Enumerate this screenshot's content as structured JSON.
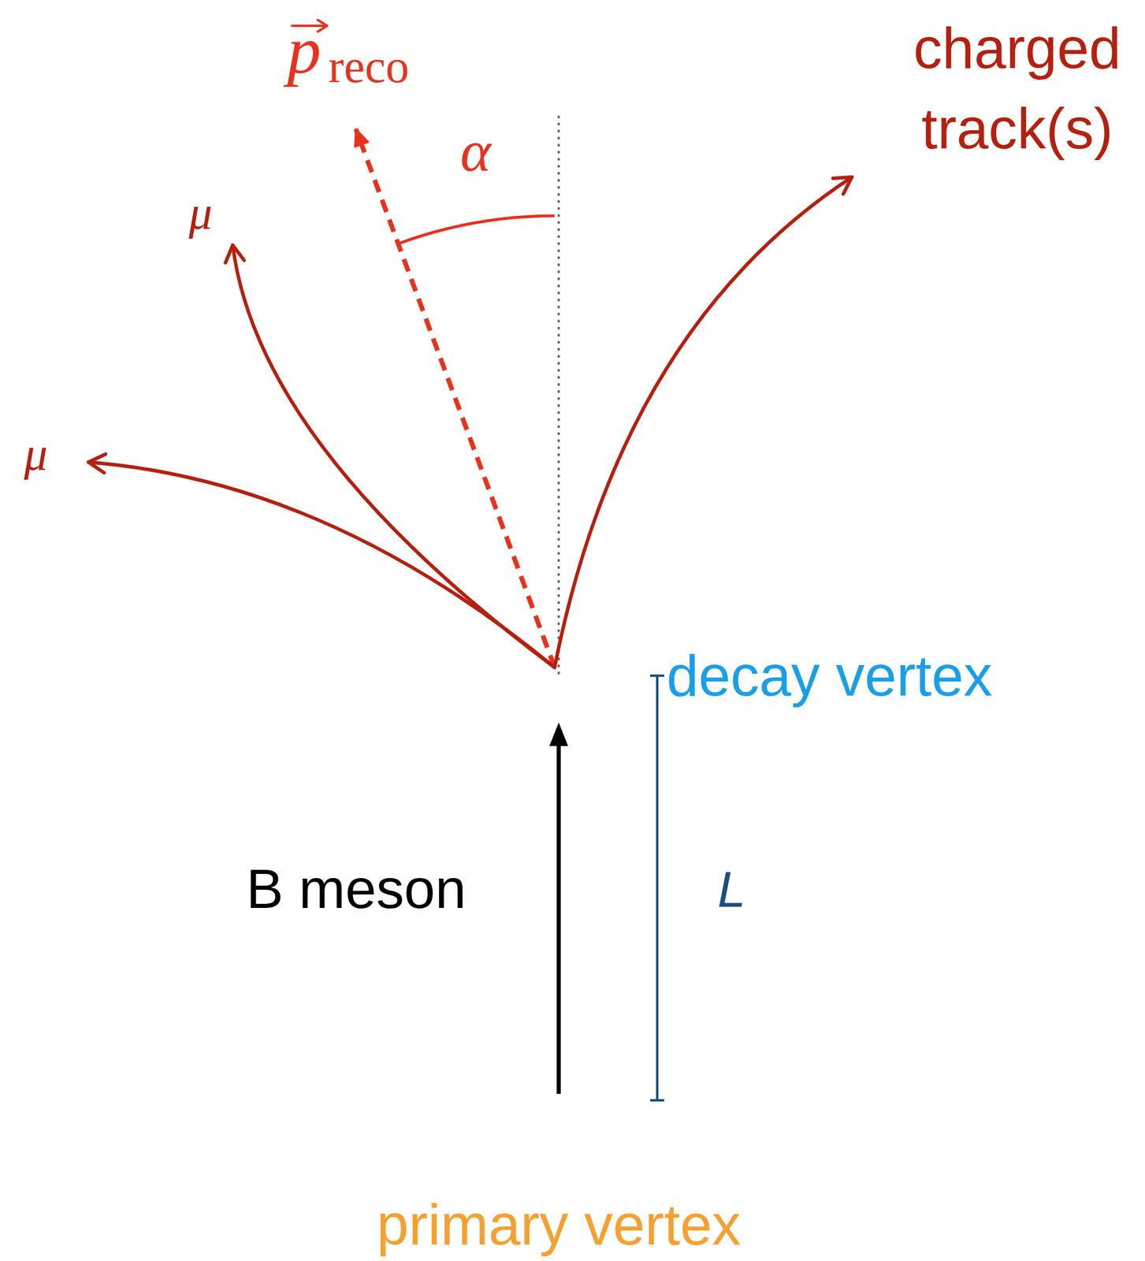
{
  "diagram": {
    "nodes": [
      {
        "text": [
          "decay vertex"
        ]
      },
      {
        "text": [
          "primary vertex"
        ]
      }
    ],
    "edges": [
      {
        "from": 1,
        "to": 0,
        "arrow": "to",
        "label": "B meson"
      }
    ],
    "labels": [
      "p",
      "reco",
      "charged track(s)",
      "α",
      "μ",
      "μ",
      "L"
    ]
  }
}
